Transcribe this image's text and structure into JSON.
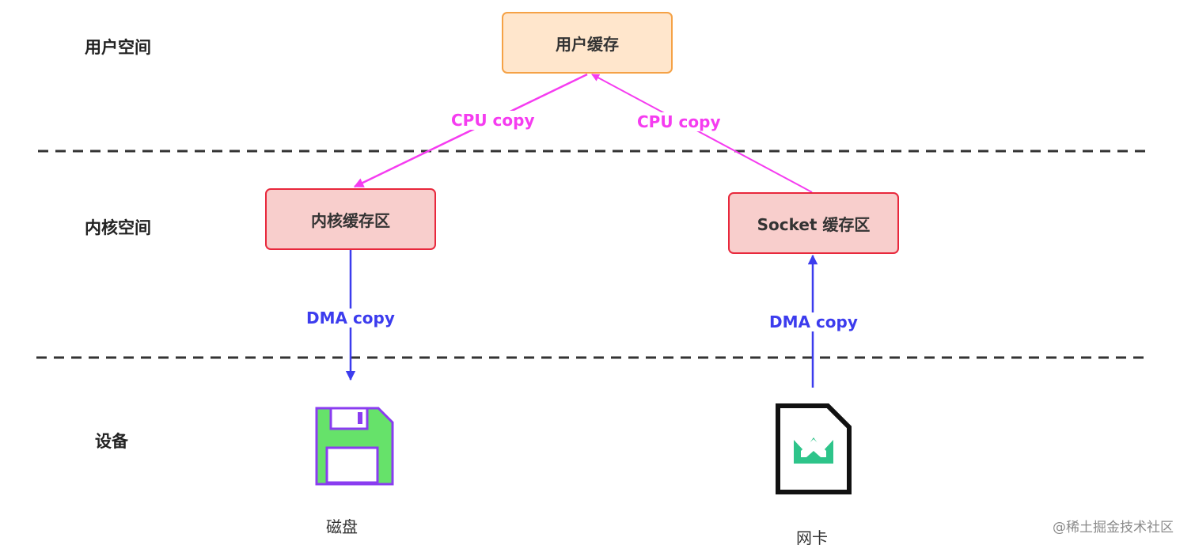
{
  "layers": {
    "user_space": "用户空间",
    "kernel_space": "内核空间",
    "device": "设备"
  },
  "boxes": {
    "user_buffer": "用户缓存",
    "kernel_buffer": "内核缓存区",
    "socket_buffer": "Socket 缓存区"
  },
  "edges": {
    "cpu_copy_left": "CPU copy",
    "cpu_copy_right": "CPU copy",
    "dma_copy_left": "DMA copy",
    "dma_copy_right": "DMA copy"
  },
  "devices": {
    "disk": "磁盘",
    "nic": "网卡"
  },
  "watermark": "@稀土掘金技术社区",
  "colors": {
    "cpu_arrow": "#f53cf0",
    "dma_arrow": "#3c3cee",
    "user_box_fill": "#ffe6cc",
    "user_box_border": "#f5a246",
    "kernel_box_fill": "#f8cecc",
    "kernel_box_border": "#e8283c",
    "disk_body": "#66e26a",
    "disk_outline": "#8a3cf0",
    "nic_body": "#111111",
    "nic_chip": "#2ec48a"
  }
}
